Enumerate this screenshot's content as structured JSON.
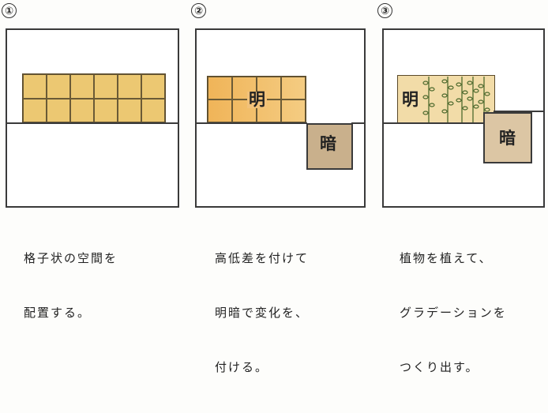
{
  "panels": [
    {
      "number": "①",
      "caption_lines": [
        "格子状の空間を",
        "配置する。"
      ]
    },
    {
      "number": "②",
      "light_label": "明",
      "dark_label": "暗",
      "caption_lines": [
        "高低差を付けて",
        "明暗で変化を、",
        "付ける。"
      ]
    },
    {
      "number": "③",
      "light_label": "明",
      "dark_label": "暗",
      "caption_lines": [
        "植物を植えて、",
        "グラデーションを",
        "つくり出す。"
      ]
    }
  ],
  "colors": {
    "grid_fill": "#ecc872",
    "grid_fill_orange": "#f0b458",
    "dark_fill": "#c9b08c",
    "light_fill": "#f2dca8",
    "plant": "#4d6a2e",
    "line": "#3a3a3a"
  }
}
